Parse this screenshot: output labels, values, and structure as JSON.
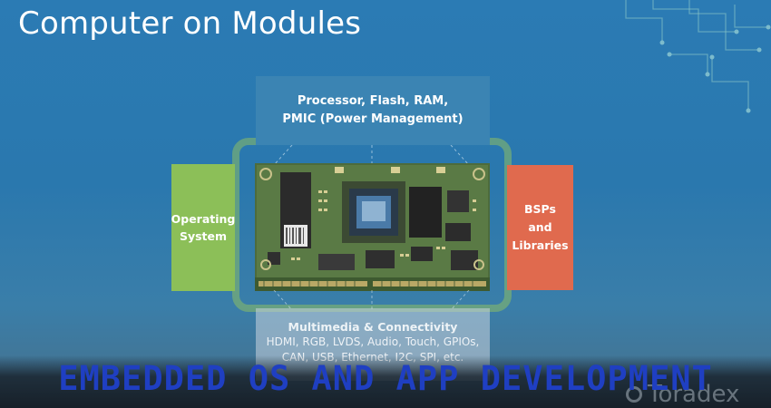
{
  "slide": {
    "title": "Computer on Modules",
    "processor_box": {
      "line1": "Processor, Flash, RAM,",
      "line2": "PMIC (Power Management)"
    },
    "os_box": {
      "line1": "Operating",
      "line2": "System"
    },
    "bsp_box": {
      "line1": "BSPs",
      "line2": "and",
      "line3": "Libraries"
    },
    "multimedia_box": {
      "heading": "Multimedia & Connectivity",
      "line1": "HDMI, RGB, LVDS, Audio, Touch, GPIOs,",
      "line2": "CAN, USB, Ethernet, I2C, SPI, etc."
    },
    "brand_text": "Toradex"
  },
  "footer": {
    "caption": "EMBEDDED OS AND APP DEVELOPMENT"
  },
  "colors": {
    "background": "#2b7bb4",
    "processor_box": "#3b84b3",
    "os_box": "#8cbf58",
    "bsp_box": "#e06a4e",
    "caption": "#1f3fc2"
  }
}
